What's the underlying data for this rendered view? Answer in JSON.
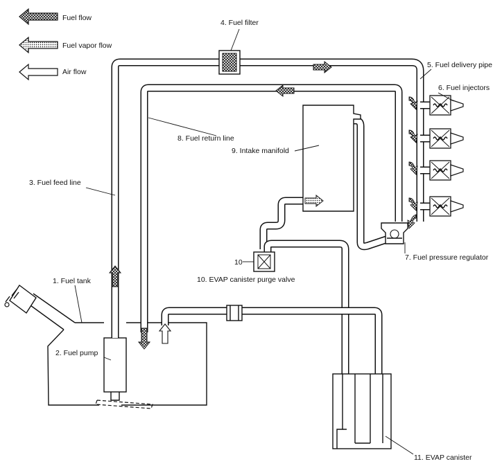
{
  "legend": {
    "fuel_flow": "Fuel flow",
    "fuel_vapor_flow": "Fuel vapor flow",
    "air_flow": "Air flow"
  },
  "labels": {
    "fuel_filter": "4.  Fuel filter",
    "fuel_delivery_pipe": "5.  Fuel delivery pipe",
    "fuel_injectors": "6.  Fuel injectors",
    "fuel_return_line": "8.  Fuel return line",
    "intake_manifold": "9.  Intake manifold",
    "fuel_feed_line": "3.  Fuel feed line",
    "fuel_tank": "1.  Fuel tank",
    "fuel_pump": "2.  Fuel pump",
    "fuel_pressure_regulator": "7.  Fuel pressure regulator",
    "purge_valve_number": "10",
    "purge_valve": "10.  EVAP canister  purge valve",
    "evap_canister": "11.  EVAP canister"
  }
}
